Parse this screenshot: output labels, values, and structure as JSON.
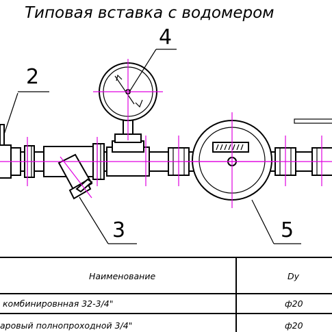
{
  "title": "Типовая вставка с водомером",
  "callouts": {
    "c2": "2",
    "c3": "3",
    "c4": "4",
    "c5": "5"
  },
  "table": {
    "headers": {
      "name": "Наименование",
      "dy": "Dy"
    },
    "rows": [
      {
        "name": "комбинировнная 32-3/4\"",
        "dy": "ф20"
      },
      {
        "name": "аровый полнопроходной 3/4\"",
        "dy": "ф20"
      }
    ]
  },
  "colors": {
    "line": "#000000",
    "axis": "#e000e0",
    "background": "#ffffff"
  }
}
